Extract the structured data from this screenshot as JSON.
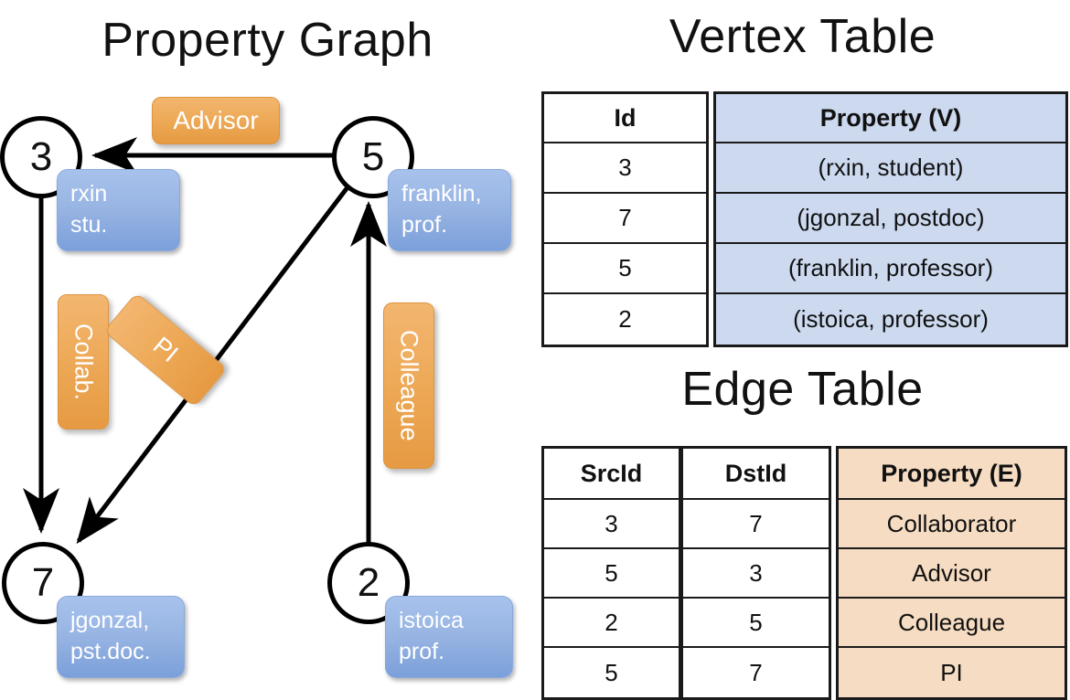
{
  "titles": {
    "property_graph": "Property Graph",
    "vertex_table": "Vertex Table",
    "edge_table": "Edge Table"
  },
  "graph": {
    "nodes": [
      {
        "id": "3",
        "label": "3",
        "property_line1": "rxin",
        "property_line2": "stu."
      },
      {
        "id": "5",
        "label": "5",
        "property_line1": "franklin,",
        "property_line2": "prof."
      },
      {
        "id": "7",
        "label": "7",
        "property_line1": "jgonzal,",
        "property_line2": "pst.doc."
      },
      {
        "id": "2",
        "label": "2",
        "property_line1": "istoica",
        "property_line2": "prof."
      }
    ],
    "edge_labels": [
      {
        "name": "advisor",
        "text": "Advisor"
      },
      {
        "name": "collab",
        "text": "Collab."
      },
      {
        "name": "pi",
        "text": "PI"
      },
      {
        "name": "colleague",
        "text": "Colleague"
      }
    ]
  },
  "vertex_table": {
    "headers": [
      "Id",
      "Property (V)"
    ],
    "rows": [
      {
        "id": "3",
        "property": "(rxin, student)"
      },
      {
        "id": "7",
        "property": "(jgonzal, postdoc)"
      },
      {
        "id": "5",
        "property": "(franklin, professor)"
      },
      {
        "id": "2",
        "property": "(istoica, professor)"
      }
    ]
  },
  "edge_table": {
    "headers": [
      "SrcId",
      "DstId",
      "Property (E)"
    ],
    "rows": [
      {
        "src": "3",
        "dst": "7",
        "property": "Collaborator"
      },
      {
        "src": "5",
        "dst": "3",
        "property": "Advisor"
      },
      {
        "src": "2",
        "dst": "5",
        "property": "Colleague"
      },
      {
        "src": "5",
        "dst": "7",
        "property": "PI"
      }
    ]
  },
  "colors": {
    "vertex_property_fill": "#ccd9ef",
    "edge_property_fill": "#f6dcc2",
    "node_box_blue": "#99b5e3",
    "edge_label_orange": "#eda957",
    "stroke": "#1a1a1a"
  }
}
